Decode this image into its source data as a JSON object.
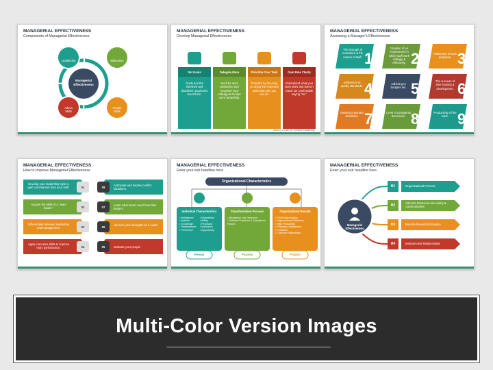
{
  "slides": [
    {
      "title": "MANAGERIAL EFFECTIVENESS",
      "subtitle": "Components of Managerial Effectiveness",
      "center": "Managerial Effectiveness",
      "items": [
        "Leadership",
        "Motivation",
        "Admin Skills",
        "People Skills"
      ]
    },
    {
      "title": "MANAGERIAL EFFECTIVENESS",
      "subtitle": "Develop Managerial Effectiveness",
      "cols": [
        {
          "head": "Set Goals",
          "body": "Goals and the timelines and deadlines required to meet them."
        },
        {
          "head": "Delegate More",
          "body": "You'll be more productive and empower your colleagues to take more ownership."
        },
        {
          "head": "Prioritize Your Task",
          "body": "Prioritize by focusing on doing the important tasks that only you can do."
        },
        {
          "head": "Gain Role Clarity",
          "body": "Understand what your work does and doesn't entail. Be comfortable saying \"no.\""
        }
      ],
      "source": "Source: Center for Creative Leadership"
    },
    {
      "title": "MANAGERIAL EFFECTIVENESS",
      "subtitle": "Assessing a Manager's Effectiveness",
      "cards": [
        {
          "text": "The strength of motivation & the morale of staff.",
          "num": "1",
          "color": "#1e9f8e"
        },
        {
          "text": "Creation of an environment in which staff work willingly & effectively.",
          "num": "2",
          "color": "#6d9a3c"
        },
        {
          "text": "Attainment of work purposes.",
          "num": "3",
          "color": "#e8901d"
        },
        {
          "text": "Adherence to quality standards.",
          "num": "4",
          "color": "#d6881c"
        },
        {
          "text": "Adhering to budgets set.",
          "num": "5",
          "color": "#3a4a63"
        },
        {
          "text": "The success of their training & development.",
          "num": "6",
          "color": "#b03a2e"
        },
        {
          "text": "Meeting important deadlines.",
          "num": "7",
          "color": "#e07b23"
        },
        {
          "text": "Level of complaints decreases.",
          "num": "8",
          "color": "#6a9b3a"
        },
        {
          "text": "Productivity of the work.",
          "num": "9",
          "color": "#1d9a8c"
        }
      ]
    },
    {
      "title": "MANAGERIAL EFFECTIVENESS",
      "subtitle": "How to Improve Managerial Effectiveness",
      "left": [
        {
          "text": "Develop your leadership style to gain commitment from your staff.",
          "num": "01",
          "color": "#1e9f8e"
        },
        {
          "text": "Acquire the skills of a \"team leader.\"",
          "num": "02",
          "color": "#72a83a"
        },
        {
          "text": "Differentiate between leadership and management.",
          "num": "03",
          "color": "#e8901d"
        },
        {
          "text": "Apply executive skills to improve team performance.",
          "num": "04",
          "color": "#c0392b"
        }
      ],
      "right": [
        {
          "text": "Anticipate and resolve conflict situations.",
          "num": "08",
          "color": "#1e9f8e"
        },
        {
          "text": "Learn what teams need from their leaders",
          "num": "07",
          "color": "#72a83a"
        },
        {
          "text": "Uncover your strengths as a coach",
          "num": "06",
          "color": "#e8901d"
        },
        {
          "text": "Motivate your people",
          "num": "05",
          "color": "#c0392b"
        }
      ]
    },
    {
      "title": "MANAGERIAL EFFECTIVENESS",
      "subtitle": "Enter your sub headline here",
      "top": "Organizational Characteristics",
      "boxes": [
        {
          "head": "Individual Characteristics",
          "items": [
            "• Intelligence",
            "• Aptitude",
            "• Knowledge",
            "• Temperament",
            "• Preference",
            "• Expectation",
            "• Ability",
            "• Feedback",
            "• Motivation",
            "• Opportunity"
          ],
          "color": "#1e9f8e"
        },
        {
          "head": "Transformation Process",
          "items": [
            "• Managerial Job Dimension",
            "• Relevant Functions & Specialized Factors"
          ],
          "color": "#72a83a"
        },
        {
          "head": "Organizational Results",
          "items": [
            "• Profit Maximization",
            "• Organizational Efficiency",
            "• High Productivity",
            "• Employee Satisfaction",
            "• Feedback",
            "• Customer Satisfaction"
          ],
          "color": "#e8901d"
        }
      ],
      "bottom": [
        "Person",
        "Process",
        "Product"
      ]
    },
    {
      "title": "MANAGERIAL EFFECTIVENESS",
      "subtitle": "Enter your sub headline here",
      "center": "Managerial Effectiveness",
      "rows": [
        {
          "label": "H1",
          "text": "Organizational Process",
          "color": "#1e9f8e"
        },
        {
          "label": "H2",
          "text": "Altruistic behaviour role clarity & communication",
          "color": "#72a83a"
        },
        {
          "label": "H3",
          "text": "Results-Reward information",
          "color": "#e8901d"
        },
        {
          "label": "H4",
          "text": "Interpersonal Relationships",
          "color": "#c0392b"
        }
      ]
    }
  ],
  "banner": "Multi-Color Version Images"
}
